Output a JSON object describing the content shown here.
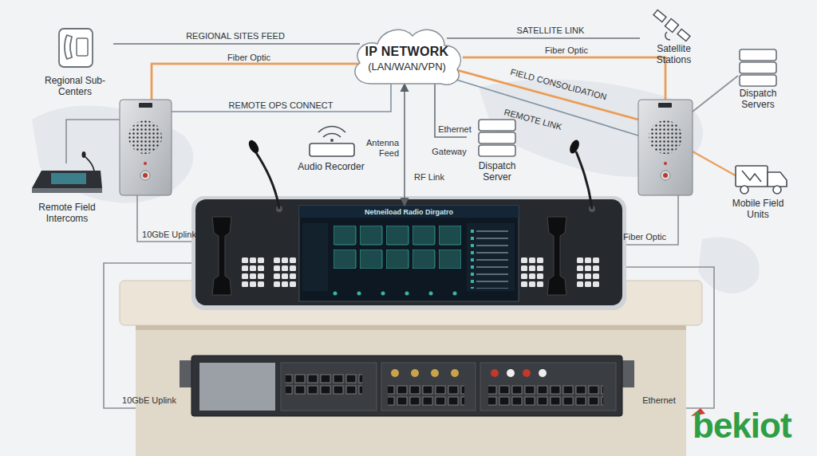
{
  "diagram": {
    "nodes": [
      {
        "text": [
          "Regional Sub-Centers"
        ]
      },
      {
        "text": [
          "IP NETWORK",
          "(LAN/WAN/VPN)"
        ]
      },
      {
        "text": [
          "Satellite Stations"
        ]
      },
      {
        "text": [
          "Dispatch Servers"
        ]
      },
      {
        "text": [
          "Mobile Field Units"
        ]
      },
      {
        "text": [
          "Remote Field Intercoms"
        ]
      },
      {
        "text": [
          "Audio Recorder"
        ]
      },
      {
        "text": [
          "Dispatch Server"
        ]
      },
      {
        "text": [
          "Netneiload Radio Dirgatro"
        ]
      }
    ],
    "edges": [
      {
        "from": 0,
        "to": 1,
        "label": "REGIONAL SITES FEED",
        "arrow": "none"
      },
      {
        "from": 1,
        "to": 2,
        "label": "SATELLITE LINK",
        "arrow": "none"
      },
      {
        "from": 1,
        "to": 8,
        "label": "RF Link",
        "arrow": "both"
      },
      {
        "from": 1,
        "to": 7,
        "label": "Ethernet",
        "arrow": "none"
      }
    ],
    "labels": [
      "Fiber Optic",
      "REMOTE OPS CONNECT",
      "Fiber Optic",
      "FIELD CONSOLIDATION",
      "REMOTE LINK",
      "Antenna Feed",
      "Gateway",
      "10GbE Uplink",
      "Fiber Optic",
      "10GbE Uplink",
      "Ethernet",
      "bekiot"
    ]
  }
}
